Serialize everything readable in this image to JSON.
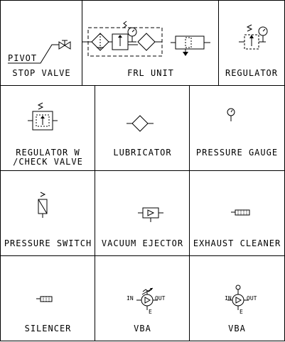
{
  "symbols": {
    "stop_valve": {
      "label": "STOP VALVE",
      "tag": "PIVOT"
    },
    "frl_unit": {
      "label": "FRL UNIT"
    },
    "regulator": {
      "label": "REGULATOR"
    },
    "regulator_check": {
      "label_line1": "REGULATOR W",
      "label_line2": "/CHECK VALVE"
    },
    "lubricator": {
      "label": "LUBRICATOR"
    },
    "pressure_gauge": {
      "label": "PRESSURE GAUGE"
    },
    "pressure_switch": {
      "label": "PRESSURE SWITCH"
    },
    "vacuum_ejector": {
      "label": "VACUUM EJECTOR"
    },
    "exhaust_cleaner": {
      "label": "EXHAUST CLEANER"
    },
    "silencer": {
      "label": "SILENCER"
    },
    "vba_1": {
      "label": "VBA",
      "in": "IN",
      "out": "OUT",
      "e": "E"
    },
    "vba_2": {
      "label": "VBA",
      "in": "IN",
      "out": "OUT",
      "e": "E"
    }
  },
  "colors": {
    "line": "#000000",
    "background": "#ffffff"
  }
}
